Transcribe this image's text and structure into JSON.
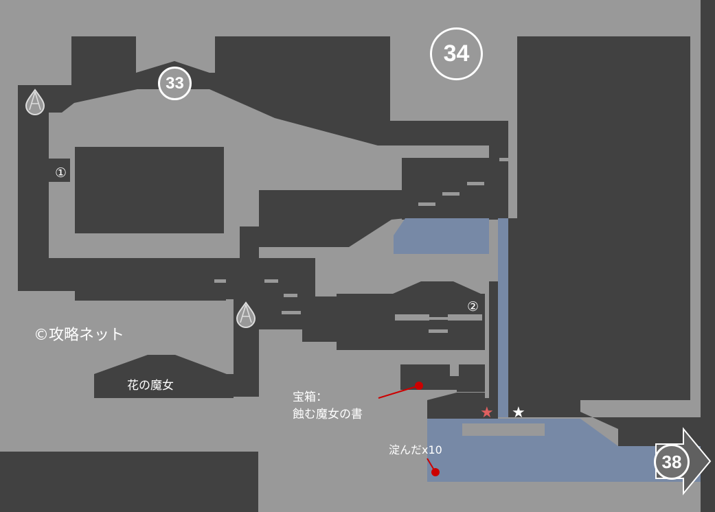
{
  "map": {
    "colors": {
      "background": "#999999",
      "wall": "#414141",
      "water": "#7789a6",
      "marker": "#cc0000",
      "star_red": "#e06060",
      "star_white": "#ffffff",
      "label": "#ffffff"
    },
    "area_markers": [
      {
        "id": "33",
        "label": "33"
      },
      {
        "id": "34",
        "label": "34"
      },
      {
        "id": "38",
        "label": "38"
      }
    ],
    "numbered_points": [
      {
        "id": "1",
        "label": "①"
      },
      {
        "id": "2",
        "label": "②"
      }
    ],
    "save_points": [
      {
        "icon": "droplet-save-icon",
        "location": "upper-left"
      },
      {
        "icon": "droplet-save-icon",
        "location": "center"
      }
    ],
    "labels": {
      "copyright": "©攻略ネット",
      "boss_room": "花の魔女",
      "treasure_line1": "宝箱：",
      "treasure_line2": "蝕む魔女の書",
      "item_pickup": "淀んだx10"
    },
    "stars": [
      {
        "color": "red",
        "glyph": "★"
      },
      {
        "color": "white",
        "glyph": "★"
      }
    ],
    "exit_arrow": {
      "direction": "right",
      "target": "38"
    }
  }
}
